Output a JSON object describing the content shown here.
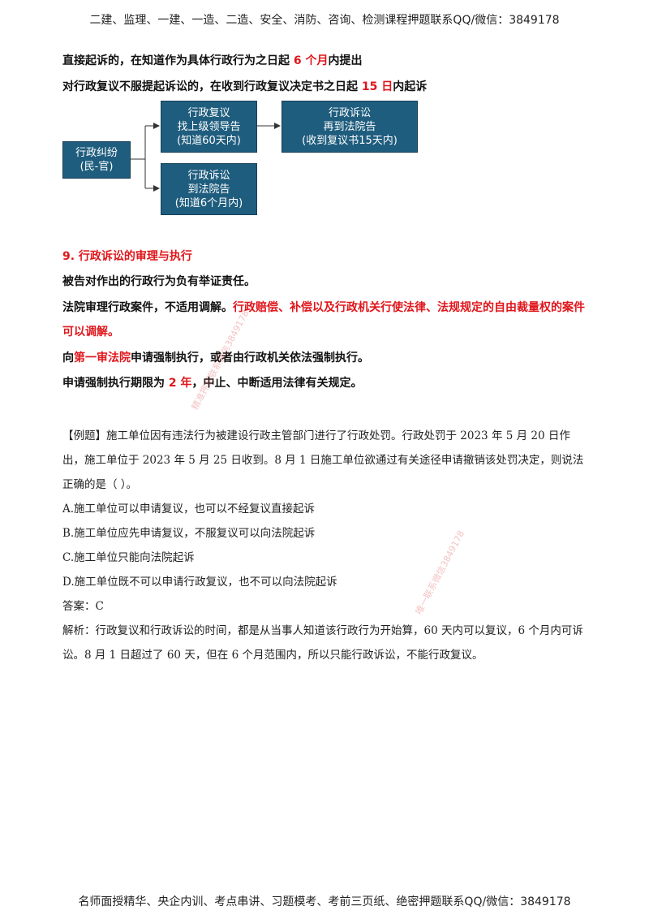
{
  "header": "二建、监理、一建、一造、二造、安全、消防、咨询、检测课程押题联系QQ/微信：3849178",
  "line1": {
    "pre": "直接起诉的，在知道作为具体行政行为之日起 ",
    "red": "6 个月",
    "post": "内提出"
  },
  "line2": {
    "pre": "对行政复议不服提起诉讼的，在收到行政复议决定书之日起 ",
    "red": "15 日",
    "post": "内起诉"
  },
  "diagram": {
    "root": {
      "lines": [
        "行政纠纷",
        "(民-官)"
      ]
    },
    "top": {
      "lines": [
        "行政复议",
        "找上级领导告",
        "(知道60天内)"
      ]
    },
    "right": {
      "lines": [
        "行政诉讼",
        "再到法院告",
        "(收到复议书15天内)"
      ]
    },
    "bottom": {
      "lines": [
        "行政诉讼",
        "到法院告",
        "(知道6个月内)"
      ]
    }
  },
  "section": {
    "title": "9.  行政诉讼的审理与执行"
  },
  "p1": "被告对作出的行政行为负有举证责任。",
  "p2": {
    "pre": "法院审理行政案件，不适用调解。",
    "red": "行政赔偿、补偿以及行政机关行使法律、法规规定的自由裁量权的案件可以调解。"
  },
  "p3": {
    "pre": "向",
    "red": "第一审法院",
    "post": "申请强制执行，或者由行政机关依法强制执行。"
  },
  "p4": {
    "pre": "申请强制执行期限为 ",
    "red": "2 年",
    "post": "，中止、中断适用法律有关规定。"
  },
  "example": {
    "stem": "【例题】施工单位因有违法行为被建设行政主管部门进行了行政处罚。行政处罚于 2023 年 5 月 20 日作出，施工单位于 2023 年 5 月 25 日收到。8 月 1 日施工单位欲通过有关途径申请撤销该处罚决定，则说法正确的是（    ）。",
    "options": [
      "A.施工单位可以申请复议，也可以不经复议直接起诉",
      "B.施工单位应先申请复议，不服复议可以向法院起诉",
      "C.施工单位只能向法院起诉",
      "D.施工单位既不可以申请行政复议，也不可以向法院起诉"
    ],
    "answer": "答案：C",
    "analysis": "解析：行政复议和行政诉讼的时间，都是从当事人知道该行政行为开始算，60 天内可以复议，6 个月内可诉讼。8 月 1 日超过了 60 天，但在 6 个月范围内，所以只能行政诉讼，不能行政复议。"
  },
  "watermarks": [
    "精准押题联系微信3849178",
    "唯一联系微信3849178"
  ],
  "footer": "名师面授精华、央企内训、考点串讲、习题模考、考前三页纸、绝密押题联系QQ/微信：3849178"
}
